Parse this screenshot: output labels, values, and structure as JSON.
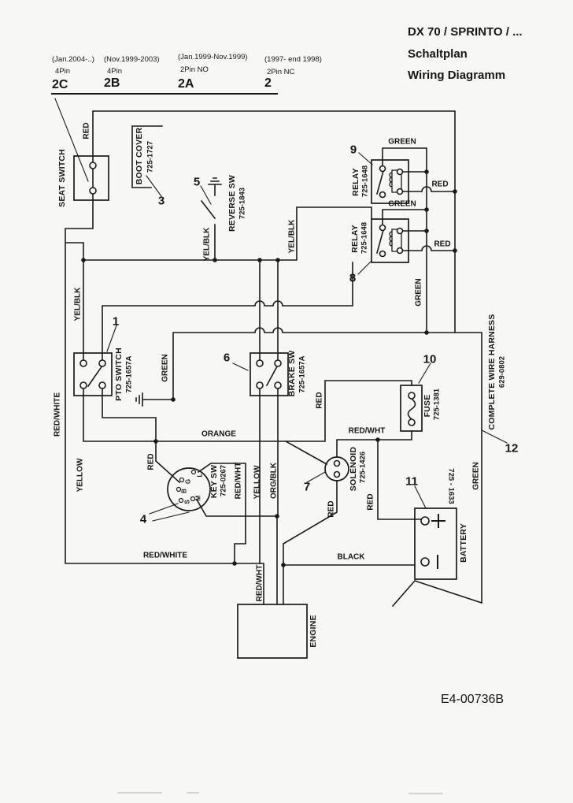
{
  "title": {
    "line1": "DX 70 / SPRINTO / ...",
    "line2": "Schaltplan",
    "line3": "Wiring Diagramm"
  },
  "header_versions": [
    {
      "dates": "(Jan.2004-..)",
      "pins": "4Pin",
      "code": "2C"
    },
    {
      "dates": "(Nov.1999-2003)",
      "pins": "4Pin",
      "code": "2B"
    },
    {
      "dates": "(Jan.1999-Nov.1999)",
      "pins": "2Pin NO",
      "code": "2A"
    },
    {
      "dates": "(1997- end 1998)",
      "pins": "2Pin NC",
      "code": "2"
    }
  ],
  "components": {
    "seat_switch": {
      "label": "SEAT SWITCH"
    },
    "boot_cover": {
      "label": "BOOT COVER",
      "part": "725-1727",
      "num": "3"
    },
    "reverse_switch": {
      "label": "REVERSE SW",
      "part": "725-1843",
      "num": "5"
    },
    "relay_top": {
      "label": "RELAY",
      "part": "725-1648",
      "num": "9"
    },
    "relay_bottom": {
      "label": "RELAY",
      "part": "725-1648",
      "num": "8"
    },
    "pto_switch": {
      "label": "PTO SWITCH",
      "part": "725-1657A",
      "num": "1"
    },
    "brake_switch": {
      "label": "BRAKE SW",
      "part": "725-1657A",
      "num": "6"
    },
    "key_switch": {
      "label": "KEY SW",
      "part": "725-0267",
      "num": "4",
      "terminals": [
        "G",
        "L",
        "B",
        "S",
        "M"
      ]
    },
    "solenoid": {
      "label": "SOLENOID",
      "part": "725-1426",
      "num": "7"
    },
    "fuse": {
      "label": "FUSE",
      "part": "725-1381",
      "num": "10"
    },
    "battery": {
      "label": "BATTERY",
      "part": "725 - 1633",
      "num": "11"
    },
    "harness": {
      "label": "COMPLETE WIRE HARNESS",
      "part": "629-0802",
      "num": "12"
    },
    "engine": {
      "label": "ENGINE"
    }
  },
  "wire_labels": {
    "red_seat": "RED",
    "yelblk_left": "YEL/BLK",
    "yelblk_reverse": "YEL/BLK",
    "yelblk_right": "YEL/BLK",
    "green_relay9": "GREEN",
    "red_relay9": "RED",
    "green_relay8": "GREEN",
    "red_relay8": "RED",
    "green_right": "GREEN",
    "green_pto": "GREEN",
    "redwhite_left": "RED/WHITE",
    "yellow_left": "YELLOW",
    "red_key": "RED",
    "orange": "ORANGE",
    "redwht_key": "RED/WHT",
    "yellow_mid": "YELLOW",
    "orgblk": "ORG/BLK",
    "red_fuse": "RED",
    "redwht_solenoid": "RED/WHT",
    "red_solenoid": "RED",
    "red_battery": "RED",
    "green_battery": "GREEN",
    "redwhite_bottom": "RED/WHITE",
    "redwht_engine": "RED/WHT",
    "black": "BLACK"
  },
  "doc_number": "E4-00736B",
  "colors": {
    "ink": "#1a1a1a",
    "paper": "#f7f7f5"
  }
}
